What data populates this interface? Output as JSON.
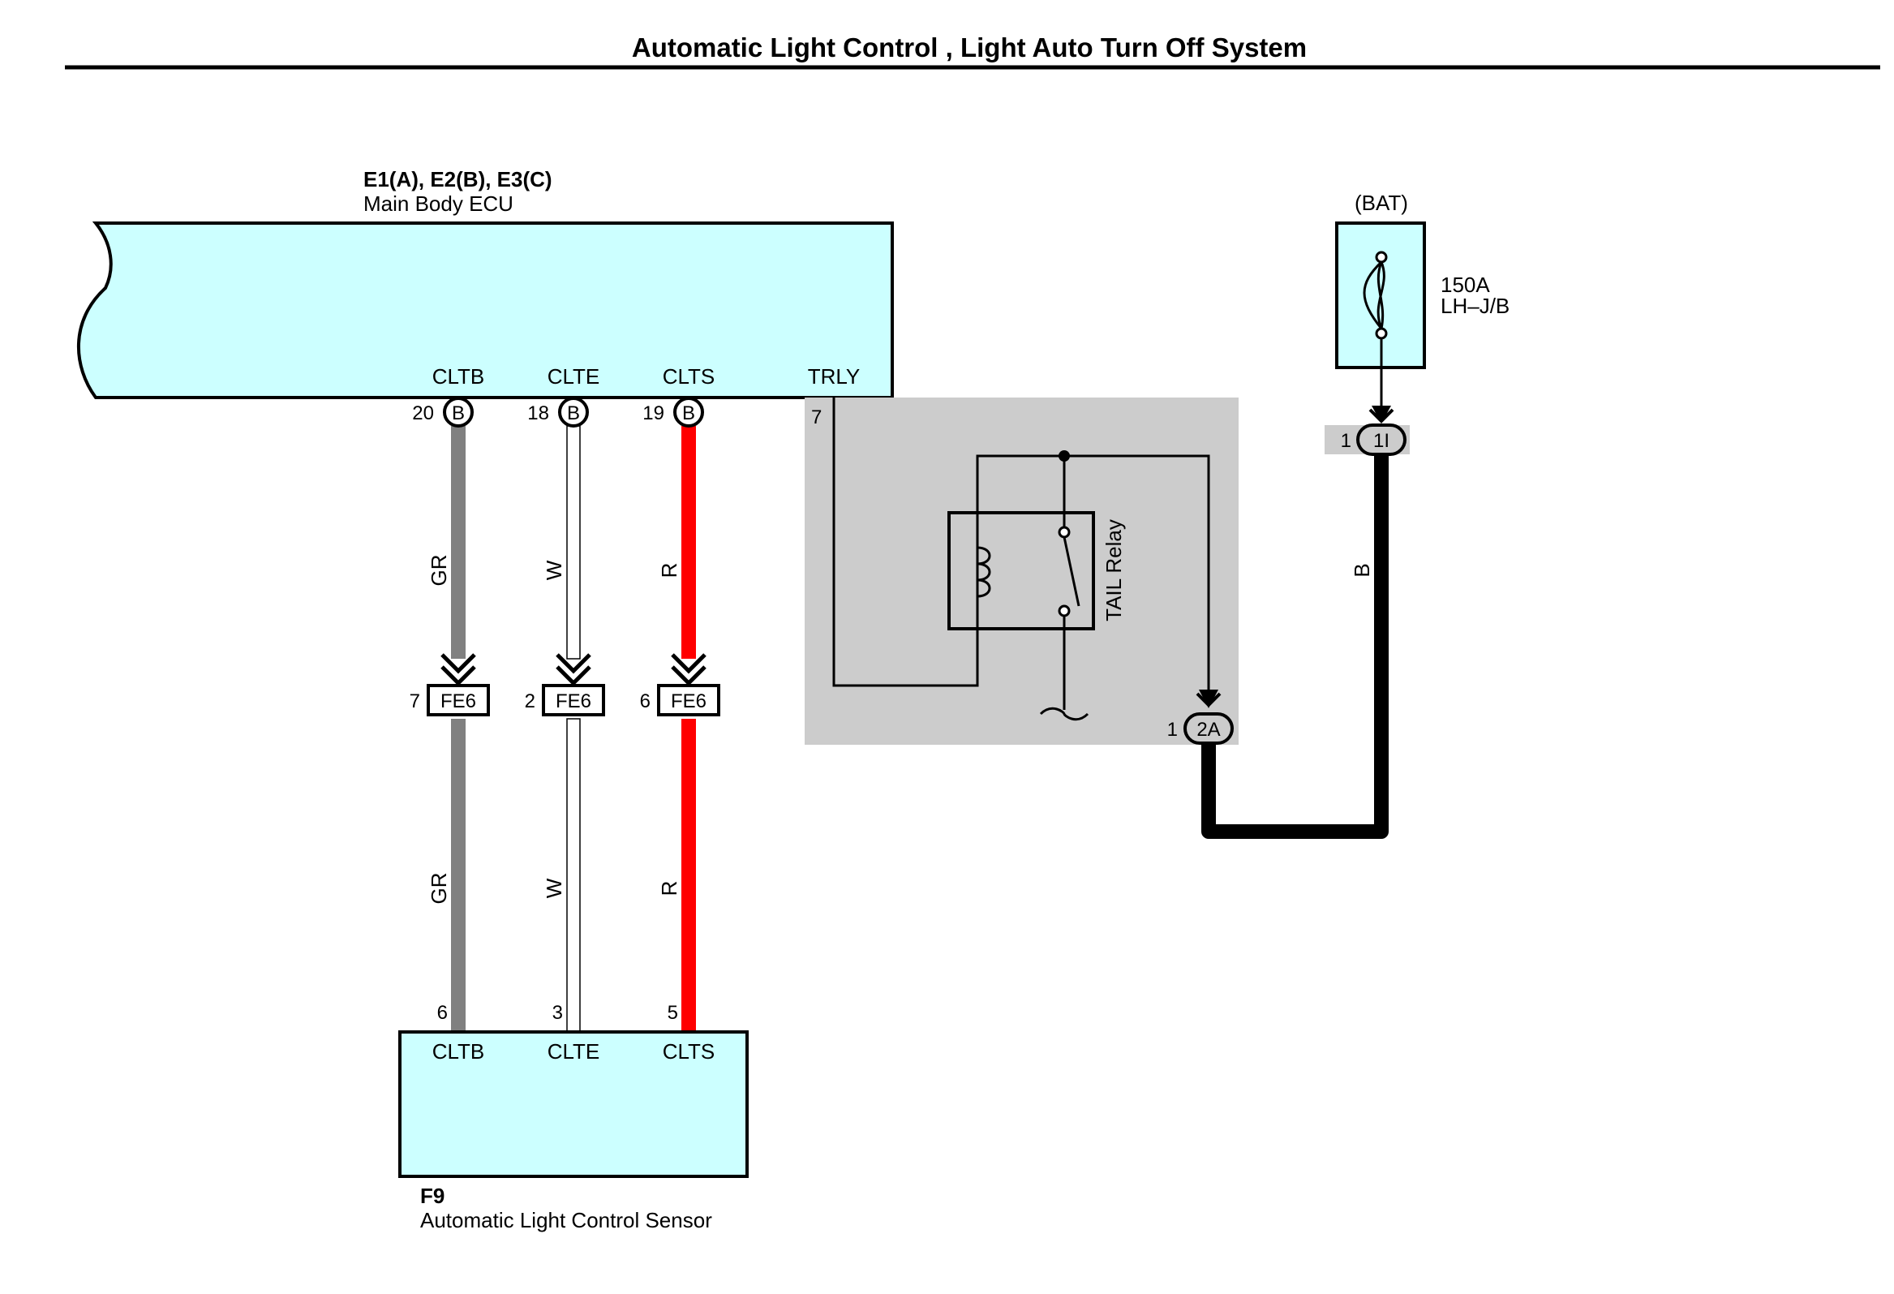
{
  "title": "Automatic Light Control , Light Auto Turn Off System",
  "ecu": {
    "id": "E1(A), E2(B), E3(C)",
    "name": "Main Body ECU",
    "terminals": [
      "CLTB",
      "CLTE",
      "CLTS",
      "TRLY"
    ],
    "pins": [
      {
        "num": "20",
        "conn": "B"
      },
      {
        "num": "18",
        "conn": "B"
      },
      {
        "num": "19",
        "conn": "B"
      }
    ],
    "trly_pin": "7"
  },
  "wires": [
    {
      "color_code": "GR",
      "color": "#808080"
    },
    {
      "color_code": "W",
      "color": "#ffffff"
    },
    {
      "color_code": "R",
      "color": "#ff0000"
    }
  ],
  "junction_connectors": [
    {
      "pin": "7",
      "id": "FE6"
    },
    {
      "pin": "2",
      "id": "FE6"
    },
    {
      "pin": "6",
      "id": "FE6"
    }
  ],
  "sensor": {
    "id": "F9",
    "name": "Automatic Light Control Sensor",
    "terminals": [
      "CLTB",
      "CLTE",
      "CLTS"
    ],
    "pins": [
      "6",
      "3",
      "5"
    ]
  },
  "relay": {
    "name": "TAIL Relay",
    "out_pin": "1",
    "out_conn": "2A"
  },
  "power": {
    "source": "(BAT)",
    "fuse_rating": "150A",
    "fuse_location": "LH–J/B",
    "conn_pin": "1",
    "conn_id": "1I",
    "wire_code": "B"
  },
  "colors": {
    "component_fill": "#ccffff",
    "relay_block": "#cccccc",
    "connector_bg": "#cccccc"
  }
}
